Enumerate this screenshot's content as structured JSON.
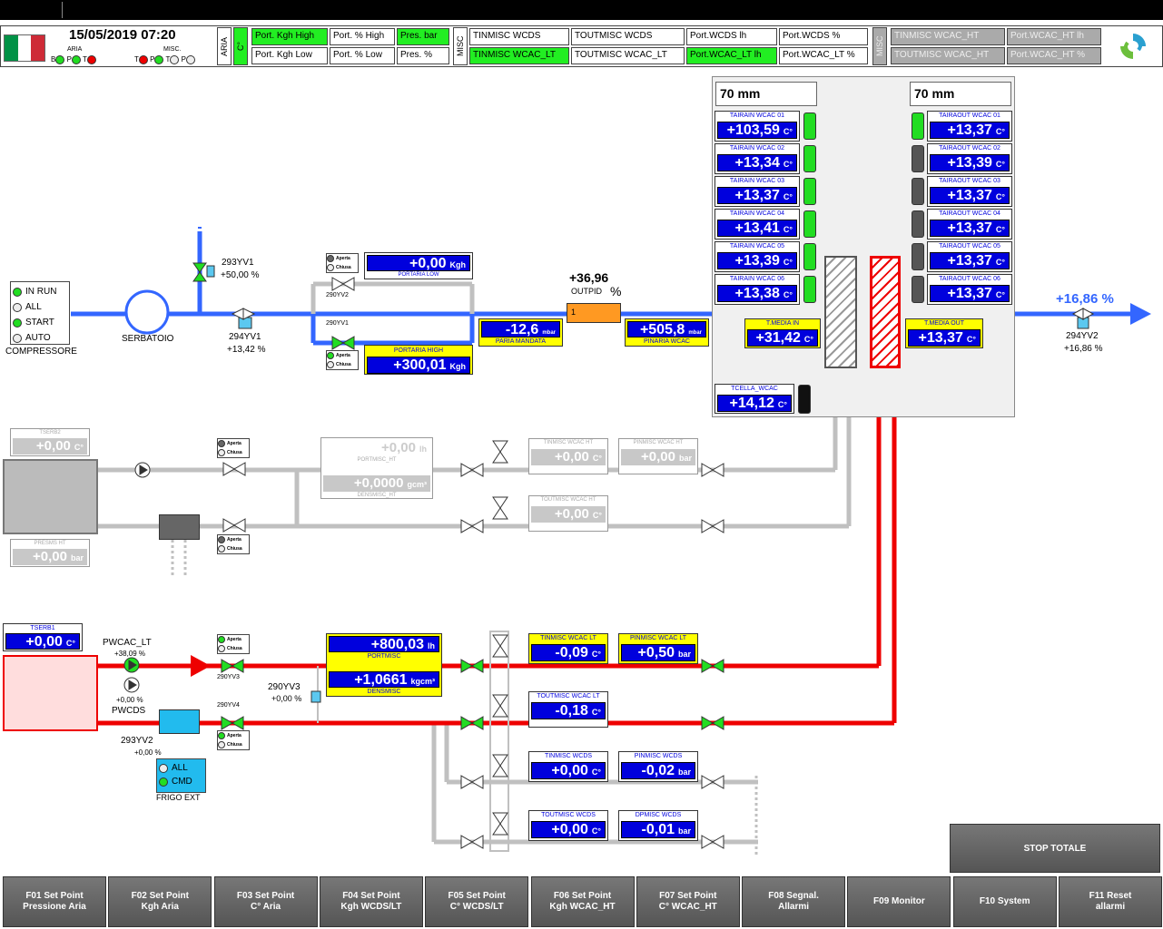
{
  "header": {
    "datetime": "15/05/2019 07:20",
    "aria_label": "ARIA",
    "misc_label": "MISC.",
    "aria_leds": [
      "B",
      "P",
      "T"
    ],
    "misc_leds": [
      "T",
      "P",
      "T",
      "P"
    ],
    "vtab_aria": "ARIA",
    "vtab_c": "C°",
    "vtab_misc": "MISC",
    "vtab_misc2": "MISC",
    "cells": [
      "Port. Kgh High",
      "Port. % High",
      "Pres. bar",
      "Port. Kgh Low",
      "Port. % Low",
      "Pres. %",
      "TINMISC WCDS",
      "TOUTMISC WCDS",
      "Port.WCDS lh",
      "Port.WCDS %",
      "TINMISC WCAC_LT",
      "TOUTMISC WCAC_LT",
      "Port.WCAC_LT lh",
      "Port.WCAC_LT %",
      "TINMISC WCAC_HT",
      "Port.WCAC_HT lh",
      "TOUTMISC WCAC_HT",
      "Port.WCAC_HT %"
    ]
  },
  "compressor": {
    "in_run": "IN RUN",
    "all": "ALL",
    "start": "START",
    "auto": "AUTO",
    "label": "COMPRESSORE"
  },
  "serbatoio": "SERBATOIO",
  "v293yv1": {
    "tag": "293YV1",
    "val": "+50,00 %"
  },
  "v294yv1": {
    "tag": "294YV1",
    "val": "+13,42 %"
  },
  "v290yv2": "290YV2",
  "v290yv1": "290YV1",
  "aperta": "Aperta",
  "chiusa": "Chiusa",
  "portaria_low": {
    "val": "+0,00",
    "unit": "Kgh",
    "label": "PORTARIA LOW"
  },
  "portaria_high": {
    "val": "+300,01",
    "unit": "Kgh",
    "label": "PORTARIA HIGH"
  },
  "paria": {
    "val": "-12,6",
    "unit": "mbar",
    "label": "PARIA MANDATA"
  },
  "pinaria": {
    "val": "+505,8",
    "unit": "mbar",
    "label": "PINARIA WCAC"
  },
  "outpid": {
    "val": "+36,96",
    "label": "OUTPID",
    "unit": "%",
    "box": "1"
  },
  "v294yv2": {
    "pct": "+16,86 %",
    "tag": "294YV2",
    "val": "+16,86 %"
  },
  "panel": {
    "left_title": "70 mm",
    "right_title": "70 mm",
    "left": [
      {
        "l": "TAIRAIN WCAC 01",
        "v": "+103,59"
      },
      {
        "l": "TAIRAIN WCAC 02",
        "v": "+13,34"
      },
      {
        "l": "TAIRAIN WCAC 03",
        "v": "+13,37"
      },
      {
        "l": "TAIRAIN WCAC 04",
        "v": "+13,41"
      },
      {
        "l": "TAIRAIN WCAC 05",
        "v": "+13,39"
      },
      {
        "l": "TAIRAIN WCAC 06",
        "v": "+13,38"
      }
    ],
    "right": [
      {
        "l": "TAIRAOUT WCAC 01",
        "v": "+13,37"
      },
      {
        "l": "TAIRAOUT WCAC 02",
        "v": "+13,39"
      },
      {
        "l": "TAIRAOUT WCAC 03",
        "v": "+13,37"
      },
      {
        "l": "TAIRAOUT WCAC 04",
        "v": "+13,37"
      },
      {
        "l": "TAIRAOUT WCAC 05",
        "v": "+13,37"
      },
      {
        "l": "TAIRAOUT WCAC 06",
        "v": "+13,37"
      }
    ],
    "tmedia_in": {
      "l": "T.MEDIA IN",
      "v": "+31,42"
    },
    "tmedia_out": {
      "l": "T.MEDIA OUT",
      "v": "+13,37"
    },
    "tcella": {
      "l": "TCELLA_WCAC",
      "v": "+14,12"
    },
    "unit": "C°"
  },
  "ht": {
    "tserb2": {
      "l": "TSERB2",
      "v": "+0,00",
      "u": "C°"
    },
    "presms": {
      "l": "PRESMS HT",
      "v": "+0,00",
      "u": "bar"
    },
    "portmisc": {
      "v": "+0,00",
      "u": "lh",
      "l": "PORTMISC_HT"
    },
    "densmisc": {
      "v": "+0,0000",
      "u": "gcm³",
      "l": "DENSMISC_HT"
    },
    "tin": {
      "l": "TINMISC WCAC HT",
      "v": "+0,00",
      "u": "C°"
    },
    "pin": {
      "l": "PINMISC WCAC HT",
      "v": "+0,00",
      "u": "bar"
    },
    "tout": {
      "l": "TOUTMISC WCAC HT",
      "v": "+0,00",
      "u": "C°"
    }
  },
  "lt": {
    "tserb1": {
      "l": "TSERB1",
      "v": "+0,00",
      "u": "C°"
    },
    "pwcac_lt": {
      "tag": "PWCAC_LT",
      "val": "+38,09 %"
    },
    "pwcds": {
      "tag": "PWCDS",
      "val": "+0,00 %"
    },
    "v290yv3": {
      "tag": "290YV3",
      "val": "+0,00 %"
    },
    "v290yv4": "290YV4",
    "v293yv2": {
      "tag": "293YV2",
      "val": "+0,00 %"
    },
    "portmisc": {
      "v": "+800,03",
      "u": "lh",
      "l": "PORTMISC"
    },
    "densmisc": {
      "v": "+1,0661",
      "u": "kgcm³",
      "l": "DENSMISC"
    },
    "tin": {
      "l": "TINMISC WCAC LT",
      "v": "-0,09",
      "u": "C°"
    },
    "pin": {
      "l": "PINMISC WCAC LT",
      "v": "+0,50",
      "u": "bar"
    },
    "tout": {
      "l": "TOUTMISC WCAC LT",
      "v": "-0,18",
      "u": "C°"
    },
    "tin_wcds": {
      "l": "TINMISC WCDS",
      "v": "+0,00",
      "u": "C°"
    },
    "pin_wcds": {
      "l": "PINMISC WCDS",
      "v": "-0,02",
      "u": "bar"
    },
    "tout_wcds": {
      "l": "TOUTMISC WCDS",
      "v": "+0,00",
      "u": "C°"
    },
    "dp_wcds": {
      "l": "DPMISC WCDS",
      "v": "-0,01",
      "u": "bar"
    },
    "frigo": {
      "all": "ALL",
      "cmd": "CMD",
      "label": "FRIGO EXT"
    }
  },
  "stop": "STOP TOTALE",
  "fkeys": [
    "F01 Set Point\nPressione Aria",
    "F02 Set Point\nKgh Aria",
    "F03 Set Point\nC° Aria",
    "F04 Set Point\nKgh WCDS/LT",
    "F05 Set Point\nC° WCDS/LT",
    "F06 Set Point\nKgh WCAC_HT",
    "F07 Set Point\nC° WCAC_HT",
    "F08 Segnal.\nAllarmi",
    "F09 Monitor",
    "F10 System",
    "F11 Reset\nallarmi"
  ],
  "colors": {
    "air": "#3366ff",
    "hot": "#ee0000",
    "grey": "#c0c0c0",
    "green": "#22dd22",
    "blue": "#0000dd",
    "yellow": "#ffff00"
  }
}
